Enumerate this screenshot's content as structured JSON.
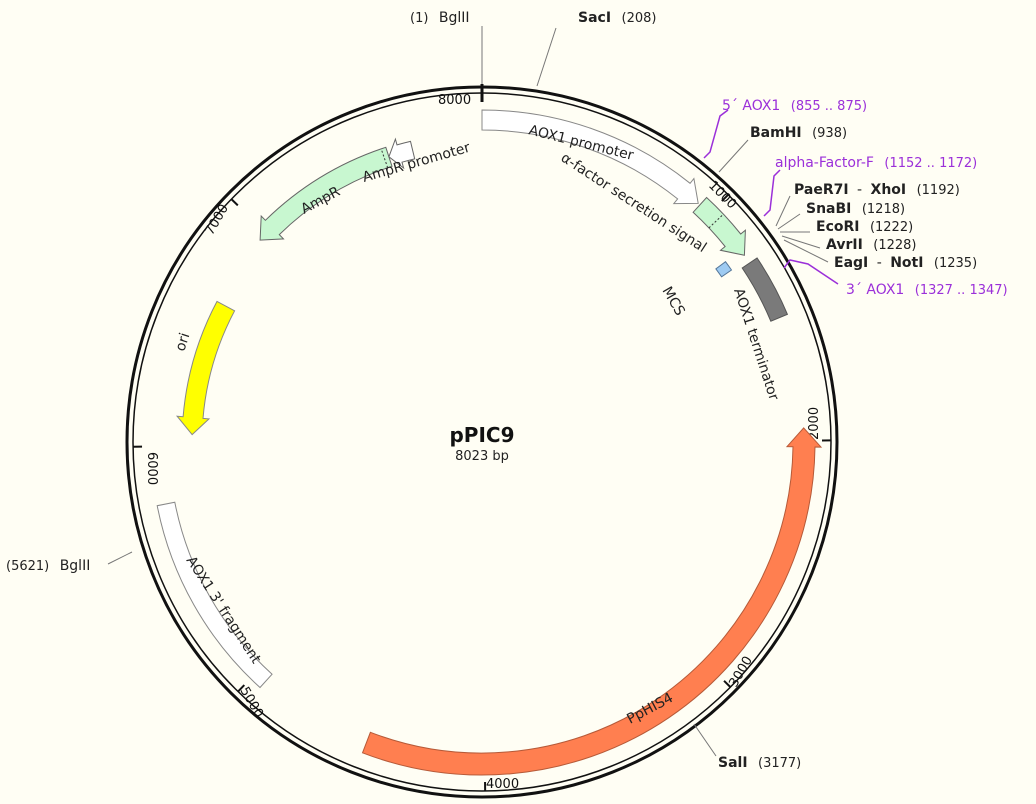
{
  "map": {
    "name": "pPIC9",
    "length_label": "8023 bp",
    "total_bp": 8023
  },
  "ticks": [
    {
      "bp": 1000,
      "label": "1000"
    },
    {
      "bp": 2000,
      "label": "2000"
    },
    {
      "bp": 3000,
      "label": "3000"
    },
    {
      "bp": 4000,
      "label": "4000"
    },
    {
      "bp": 5000,
      "label": "5000"
    },
    {
      "bp": 6000,
      "label": "6000"
    },
    {
      "bp": 7000,
      "label": "7000"
    },
    {
      "bp": 8000,
      "label": "8000"
    }
  ],
  "features": [
    {
      "id": "aox1-promoter",
      "label": "AOX1 promoter",
      "start": 0,
      "end": 940,
      "color": "#ffffff",
      "stroke": "#888888",
      "arrow": "cw"
    },
    {
      "id": "alpha-factor",
      "label": "α-factor secretion signal",
      "start": 949,
      "end": 1216,
      "color": "#c8f7d0",
      "stroke": "#666666",
      "arrow": "cw"
    },
    {
      "id": "mcs",
      "label": "MCS",
      "start": 1192,
      "end": 1235,
      "color": "#9ecbf2",
      "stroke": "#557799",
      "arrow": "none"
    },
    {
      "id": "aox1-terminator",
      "label": "AOX1 terminator",
      "start": 1253,
      "end": 1500,
      "color": "#7a7a7a",
      "stroke": "#555555",
      "arrow": "none"
    },
    {
      "id": "pphis4",
      "label": "PpHIS4",
      "start": 1950,
      "end": 4480,
      "color": "#ff7f50",
      "stroke": "#b65a38",
      "arrow": "ccw"
    },
    {
      "id": "aox1-3-fragment",
      "label": "AOX1 3' fragment",
      "start": 4950,
      "end": 5770,
      "color": "#ffffff",
      "stroke": "#888888",
      "arrow": "none"
    },
    {
      "id": "ori",
      "label": "ori",
      "start": 6050,
      "end": 6640,
      "color": "#ffff00",
      "stroke": "#888888",
      "arrow": "ccw"
    },
    {
      "id": "ampr",
      "label": "AmpR",
      "start": 6960,
      "end": 7620,
      "color": "#c8f7d0",
      "stroke": "#666666",
      "arrow": "ccw"
    },
    {
      "id": "ampr-promoter",
      "label": "AmpR promoter",
      "start": 7620,
      "end": 7725,
      "color": "#ffffff",
      "stroke": "#666666",
      "arrow": "ccw"
    }
  ],
  "sites": [
    {
      "id": "bglii-1",
      "name": "BglII",
      "pos_label": "(1)",
      "bp": 1
    },
    {
      "id": "saci",
      "name": "SacI",
      "pos_label": "(208)",
      "bp": 208
    },
    {
      "id": "aox1-5-primer",
      "name": "5´ AOX1",
      "pos_label": "(855 .. 875)",
      "bp": 865
    },
    {
      "id": "bamhi",
      "name": "BamHI",
      "pos_label": "(938)",
      "bp": 938
    },
    {
      "id": "alpha-factor-f-primer",
      "name": "alpha-Factor-F",
      "pos_label": "(1152 .. 1172)",
      "bp": 1162
    },
    {
      "id": "paer7i-xhoi",
      "name": "PaeR7I",
      "name2": "XhoI",
      "pos_label": "(1192)",
      "bp": 1192
    },
    {
      "id": "snabi",
      "name": "SnaBI",
      "pos_label": "(1218)",
      "bp": 1218
    },
    {
      "id": "ecori",
      "name": "EcoRI",
      "pos_label": "(1222)",
      "bp": 1222
    },
    {
      "id": "avrii",
      "name": "AvrII",
      "pos_label": "(1228)",
      "bp": 1228
    },
    {
      "id": "eagi-noti",
      "name": "EagI",
      "name2": "NotI",
      "pos_label": "(1235)",
      "bp": 1235
    },
    {
      "id": "aox1-3-primer",
      "name": "3´ AOX1",
      "pos_label": "(1327 .. 1347)",
      "bp": 1337
    },
    {
      "id": "sali",
      "name": "SalI",
      "pos_label": "(3177)",
      "bp": 3177
    },
    {
      "id": "bglii-5621",
      "name": "BglII",
      "pos_label": "(5621)",
      "bp": 5621
    }
  ]
}
